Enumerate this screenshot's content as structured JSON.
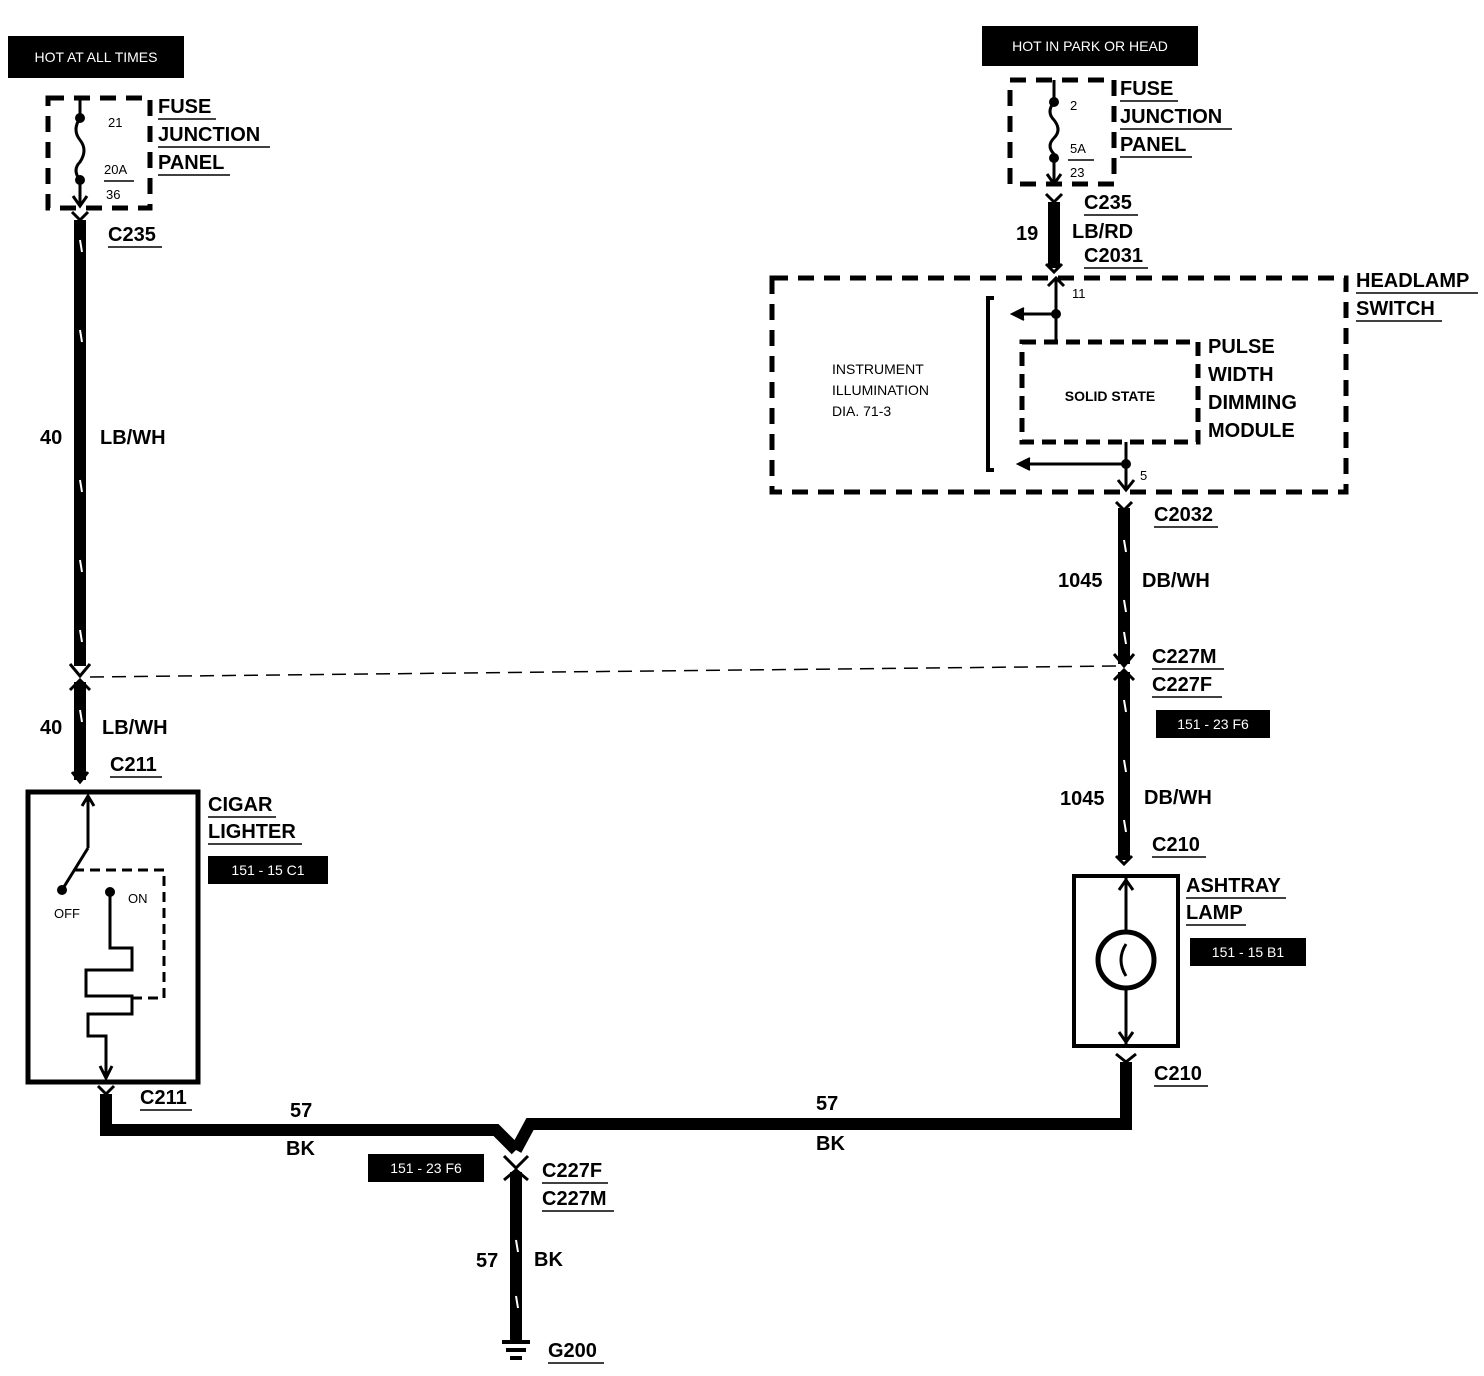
{
  "hot_labels": {
    "left": "HOT AT ALL TIMES",
    "right": "HOT IN PARK OR HEAD"
  },
  "left_fuse": {
    "title": [
      "FUSE",
      "JUNCTION",
      "PANEL"
    ],
    "pin_top": "21",
    "rating": "20A",
    "pin_bottom": "36",
    "connector": "C235"
  },
  "right_fuse": {
    "title": [
      "FUSE",
      "JUNCTION",
      "PANEL"
    ],
    "pin_top": "2",
    "rating": "5A",
    "pin_bottom": "23",
    "connector": "C235"
  },
  "right_feed": {
    "circuit": "19",
    "color": "LB/RD",
    "connector": "C2031"
  },
  "headlamp_switch": {
    "title": [
      "HEADLAMP",
      "SWITCH"
    ],
    "pin_in": "11",
    "pin_out": "5",
    "instrument_text": [
      "INSTRUMENT",
      "ILLUMINATION",
      "DIA. 71-3"
    ],
    "solid_state": "SOLID STATE",
    "module_text": [
      "PULSE",
      "WIDTH",
      "DIMMING",
      "MODULE"
    ],
    "out_connector": "C2032"
  },
  "wires": {
    "left_upper": {
      "circuit": "40",
      "color": "LB/WH"
    },
    "left_lower": {
      "circuit": "40",
      "color": "LB/WH"
    },
    "right_upper": {
      "circuit": "1045",
      "color": "DB/WH"
    },
    "right_lower": {
      "circuit": "1045",
      "color": "DB/WH"
    },
    "ground_left": {
      "circuit": "57",
      "color": "BK"
    },
    "ground_right": {
      "circuit": "57",
      "color": "BK"
    },
    "ground_down": {
      "circuit": "57",
      "color": "BK"
    }
  },
  "inline_connector_right": {
    "top": "C227M",
    "bottom": "C227F",
    "ref": "151 - 23 F6"
  },
  "cigar_lighter": {
    "title": [
      "CIGAR",
      "LIGHTER"
    ],
    "ref": "151 - 15 C1",
    "top_connector": "C211",
    "bottom_connector": "C211",
    "off": "OFF",
    "on": "ON"
  },
  "ashtray_lamp": {
    "title": [
      "ASHTRAY",
      "LAMP"
    ],
    "ref": "151 - 15 B1",
    "top_connector": "C210",
    "bottom_connector": "C210"
  },
  "ground_splice": {
    "ref": "151 - 23 F6",
    "top": "C227F",
    "bottom": "C227M"
  },
  "ground": {
    "label": "G200"
  }
}
